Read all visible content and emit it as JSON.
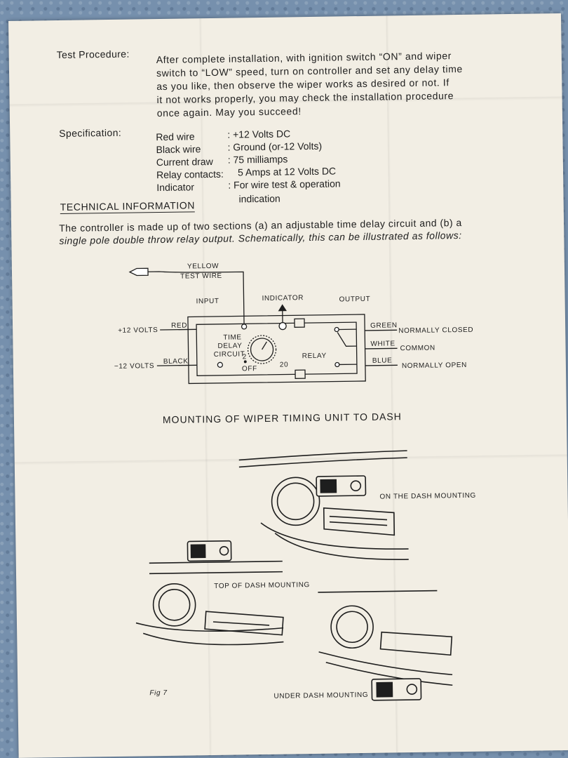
{
  "procedure": {
    "label": "Test Procedure:",
    "lines": [
      "After complete installation, with ignition switch “ON” and wiper",
      "switch to “LOW” speed, turn on controller and set any delay time",
      "as you like, then observe the wiper works as desired or not. If",
      "it not works properly, you may check the installation procedure",
      "once again. May you succeed!"
    ]
  },
  "specification": {
    "label": "Specification:",
    "rows": [
      {
        "key": "Red wire",
        "value": ": +12 Volts DC"
      },
      {
        "key": "Black wire",
        "value": ": Ground (or-12 Volts)"
      },
      {
        "key": "Current draw",
        "value": ": 75 milliamps"
      },
      {
        "key": "Relay contacts:",
        "value": "5 Amps at 12 Volts DC"
      },
      {
        "key": "Indicator",
        "value": ": For wire test & operation"
      }
    ],
    "continuation": "indication"
  },
  "technical": {
    "heading": "TECHNICAL INFORMATION",
    "lines": [
      "The controller is made up of two sections (a) an adjustable time delay circuit and (b) a",
      "single pole double throw relay output. Schematically, this can be illustrated as follows:"
    ]
  },
  "schematic": {
    "yellow": "YELLOW",
    "test_wire": "TEST WIRE",
    "input": "INPUT",
    "indicator": "INDICATOR",
    "output": "OUTPUT",
    "plus12": "+12 VOLTS",
    "red": "RED",
    "minus12": "−12 VOLTS",
    "black": "BLACK",
    "time": "TIME",
    "delay": "DELAY",
    "circuit": "CIRCUIT",
    "off": "OFF",
    "two": "2",
    "twenty": "20",
    "relay": "RELAY",
    "green": "GREEN",
    "white": "WHITE",
    "blue": "BLUE",
    "normally_closed": "NORMALLY CLOSED",
    "common": "COMMON",
    "normally_open": "NORMALLY OPEN"
  },
  "mounting": {
    "title": "MOUNTING OF WIPER TIMING UNIT TO DASH",
    "on_dash": "ON THE DASH MOUNTING",
    "top_dash": "TOP OF DASH MOUNTING",
    "under_dash": "UNDER DASH MOUNTING",
    "fig": "Fig 7"
  }
}
